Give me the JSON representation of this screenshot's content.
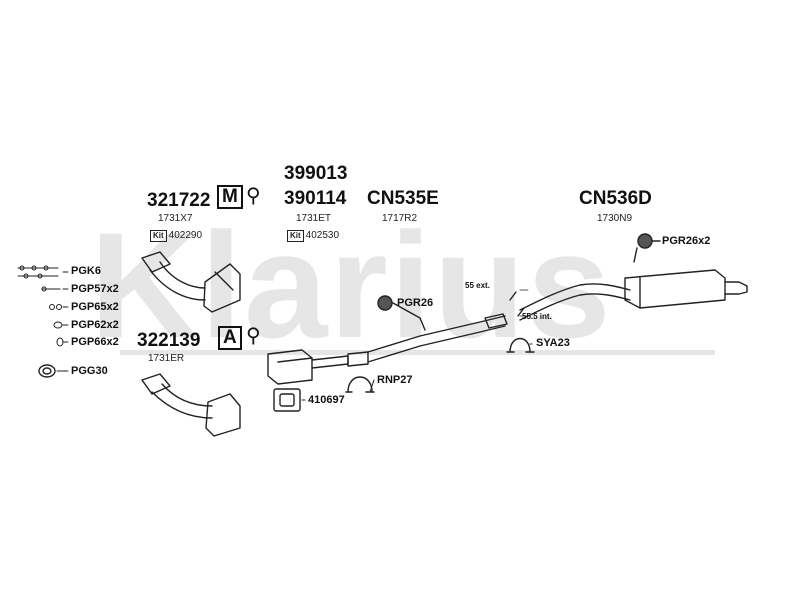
{
  "watermark": "Klarius",
  "parts": {
    "front_pipe_1": {
      "number": "321722",
      "code": "1731X7",
      "kit_label": "Kit",
      "kit_number": "402290"
    },
    "cat_numbers": {
      "number_a": "399013",
      "number_b": "390114",
      "code": "1731ET",
      "kit_label": "Kit",
      "kit_number": "402530"
    },
    "mid_box": {
      "number": "CN535E",
      "code": "1717R2"
    },
    "rear_box": {
      "number": "CN536D",
      "code": "1730N9"
    },
    "front_pipe_2": {
      "number": "322139",
      "code": "1731ER"
    }
  },
  "fittings": {
    "pgk6": "PGK6",
    "pgp57": "PGP57x2",
    "pgp65": "PGP65x2",
    "pgp62": "PGP62x2",
    "pgp66": "PGP66x2",
    "pgg30": "PGG30",
    "pgr26": "PGR26",
    "pgr26x2": "PGR26x2",
    "sya23": "SYA23",
    "rnp27": "RNP27",
    "gasket": "410697"
  },
  "dimensions": {
    "ext": "55 ext.",
    "int": "55.5 int."
  },
  "symbols": {
    "m_symbol": "M",
    "a_symbol": "A"
  }
}
